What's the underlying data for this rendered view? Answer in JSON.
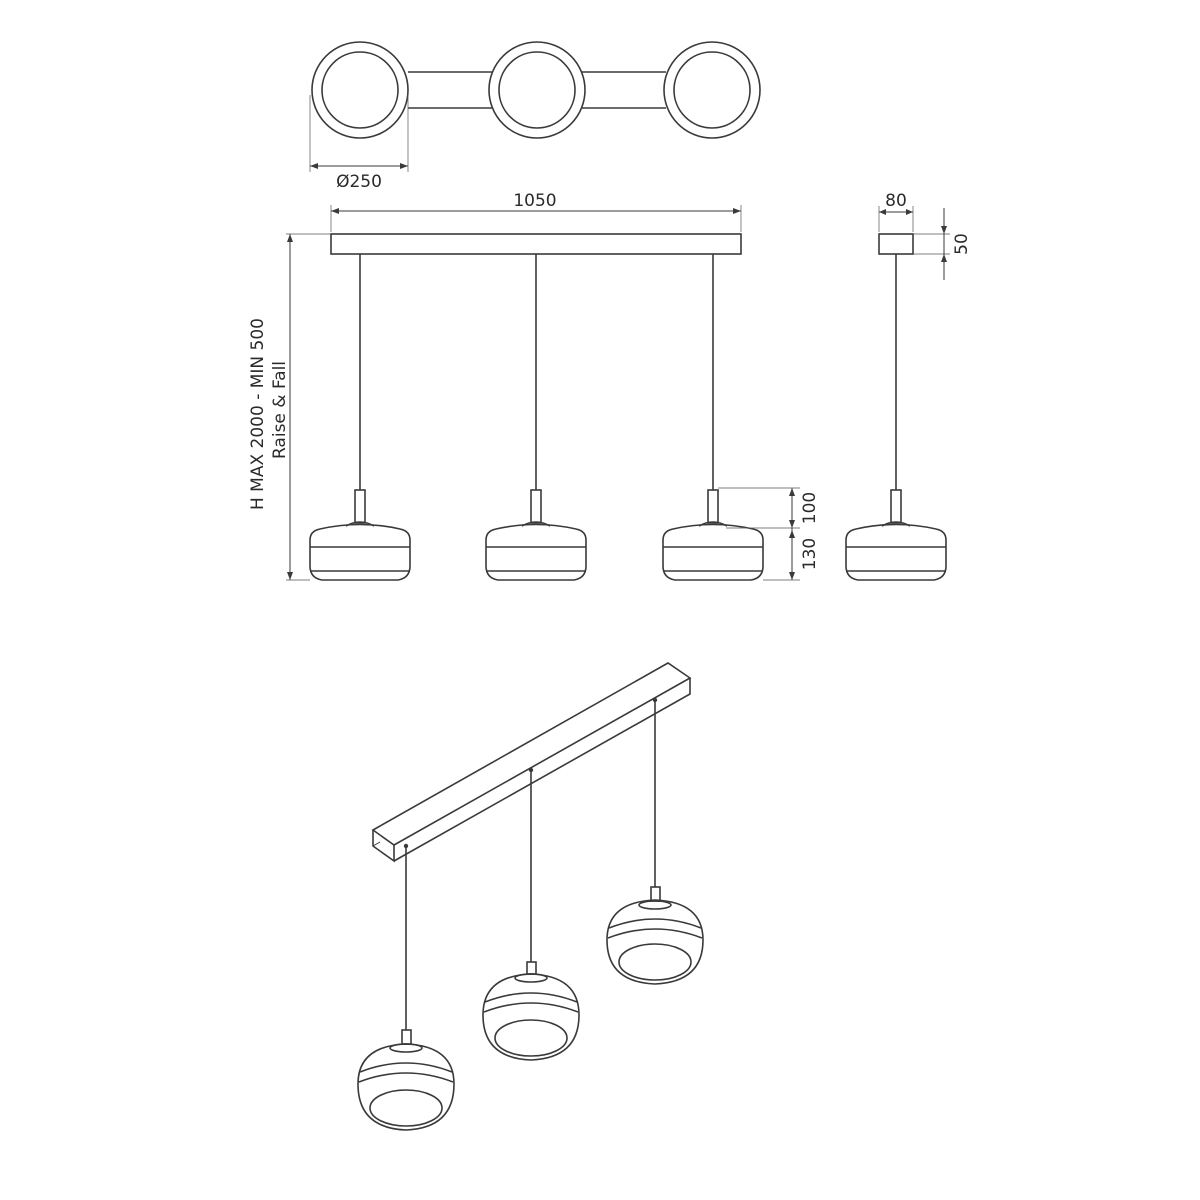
{
  "dimensions": {
    "diameter": "Ø250",
    "width": "1050",
    "depth": "80",
    "canopy_height": "50",
    "stem_height": "100",
    "shade_height": "130",
    "height_range": "H MAX 2000 - MIN 500",
    "adjust_note": "Raise & Fall"
  },
  "colors": {
    "line": "#3a3a3a",
    "background": "#ffffff"
  }
}
